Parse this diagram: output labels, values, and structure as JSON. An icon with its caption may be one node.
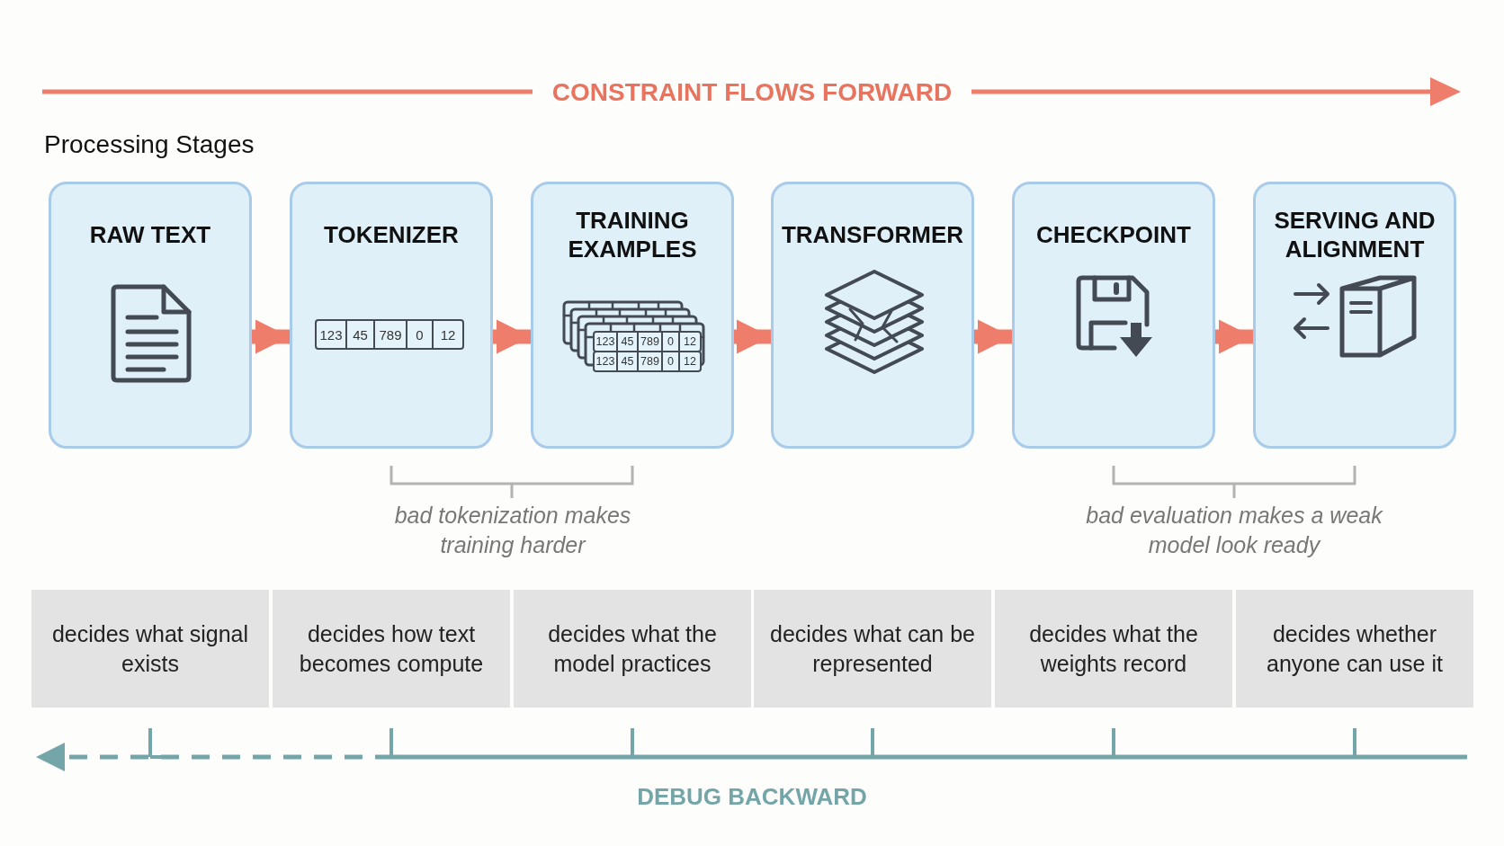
{
  "diagram": {
    "title": "Processing Stages",
    "nodes": [
      {
        "text": [
          "RAW TEXT"
        ]
      },
      {
        "text": [
          "TOKENIZER"
        ]
      },
      {
        "text": [
          "TRAINING EXAMPLES"
        ]
      },
      {
        "text": [
          "TRANSFORMER"
        ]
      },
      {
        "text": [
          "CHECKPOINT"
        ]
      },
      {
        "text": [
          "SERVING AND ALIGNMENT"
        ]
      },
      {
        "text": [
          "decides what signal exists"
        ]
      },
      {
        "text": [
          "decides how text becomes compute"
        ]
      },
      {
        "text": [
          "decides what the model practices"
        ]
      },
      {
        "text": [
          "decides what can be represented"
        ]
      },
      {
        "text": [
          "decides what the weights record"
        ]
      },
      {
        "text": [
          "decides whether anyone can use it"
        ]
      }
    ],
    "edges": [
      {
        "from": 0,
        "to": 1,
        "arrow": "to"
      },
      {
        "from": 1,
        "to": 2,
        "arrow": "to"
      },
      {
        "from": 2,
        "to": 3,
        "arrow": "to"
      },
      {
        "from": 3,
        "to": 4,
        "arrow": "to"
      },
      {
        "from": 4,
        "to": 5,
        "arrow": "to"
      }
    ],
    "labels": [
      "CONSTRAINT FLOWS FORWARD",
      "123",
      "45",
      "789",
      "0",
      "12",
      "123",
      "45",
      "789",
      "0",
      "12",
      "123",
      "45",
      "789",
      "0",
      "12",
      "bad tokenization makes training harder",
      "bad evaluation makes a weak model look ready",
      "DEBUG BACKWARD"
    ]
  }
}
